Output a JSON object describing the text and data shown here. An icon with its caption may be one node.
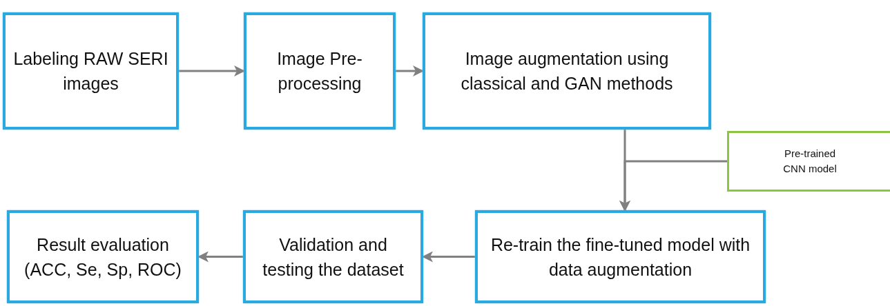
{
  "diagram": {
    "nodes": [
      {
        "text": [
          "Labeling RAW SERI images"
        ]
      },
      {
        "text": [
          "Image Pre-processing"
        ]
      },
      {
        "text": [
          "Image augmentation using classical and GAN methods"
        ]
      },
      {
        "text": [
          "Pre-trained CNN model"
        ]
      },
      {
        "text": [
          "Re-train the fine-tuned model with data augmentation"
        ]
      },
      {
        "text": [
          "Validation and testing the dataset"
        ]
      },
      {
        "text": [
          "Result evaluation (ACC, Se, Sp, ROC)"
        ]
      }
    ],
    "edges": [
      {
        "from": 0,
        "to": 1,
        "arrow": "to"
      },
      {
        "from": 1,
        "to": 2,
        "arrow": "to"
      },
      {
        "from": 2,
        "to": 4,
        "arrow": "to"
      },
      {
        "from": 3,
        "to": 4,
        "arrow": "to"
      },
      {
        "from": 4,
        "to": 5,
        "arrow": "to"
      },
      {
        "from": 5,
        "to": 6,
        "arrow": "to"
      }
    ]
  }
}
